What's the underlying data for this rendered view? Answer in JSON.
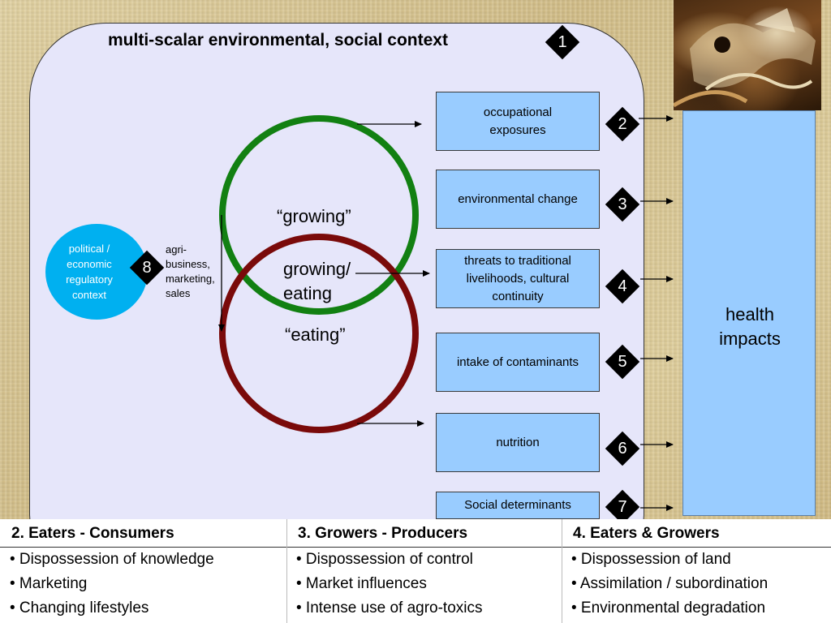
{
  "context": {
    "title": "multi-scalar environmental, social context",
    "marker": "1"
  },
  "circles": {
    "growing": "“growing”",
    "overlap_line1": "growing/",
    "overlap_line2": "eating",
    "eating": "“eating”"
  },
  "political": {
    "label_line1": "political /",
    "label_line2": "economic",
    "label_line3": "regulatory",
    "label_line4": "context",
    "marker": "8"
  },
  "agri": [
    "agri-",
    "business,",
    "marketing,",
    "sales"
  ],
  "outcomes": [
    {
      "line1": "occupational",
      "line2": "exposures",
      "marker": "2"
    },
    {
      "line1": "environmental change",
      "line2": "",
      "marker": "3"
    },
    {
      "line1": "threats to traditional",
      "line2": "livelihoods, cultural",
      "line3": "continuity",
      "marker": "4"
    },
    {
      "line1": "intake of contaminants",
      "line2": "",
      "marker": "5"
    },
    {
      "line1": "nutrition",
      "line2": "",
      "marker": "6"
    },
    {
      "line1": "Social determinants",
      "line2": "",
      "marker": "7"
    }
  ],
  "health": {
    "line1": "health",
    "line2": "impacts"
  },
  "colors": {
    "growing_circle": "#128012",
    "eating_circle": "#7a0a0a",
    "box_fill": "#99ccff",
    "political_fill": "#00b0f0",
    "context_fill": "#e6e6fa"
  },
  "table": {
    "columns": [
      {
        "header": "2. Eaters - Consumers",
        "items": [
          "• Dispossession of knowledge",
          "• Marketing",
          "• Changing lifestyles"
        ]
      },
      {
        "header": "3. Growers - Producers",
        "items": [
          "• Dispossession of control",
          "• Market influences",
          "• Intense use of agro-toxics"
        ]
      },
      {
        "header": "4. Eaters & Growers",
        "items": [
          "• Dispossession of land",
          "• Assimilation / subordination",
          "• Environmental degradation"
        ]
      }
    ]
  }
}
